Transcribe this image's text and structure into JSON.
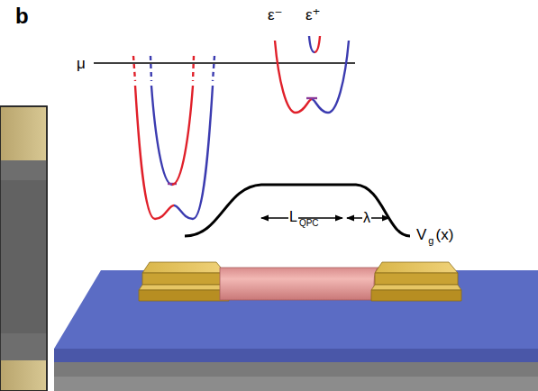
{
  "diagram": {
    "labels": [
      "b",
      "μ",
      "ε⁻",
      "ε⁺",
      "L",
      "QPC",
      "λ",
      "V",
      "g",
      "(x)"
    ]
  }
}
